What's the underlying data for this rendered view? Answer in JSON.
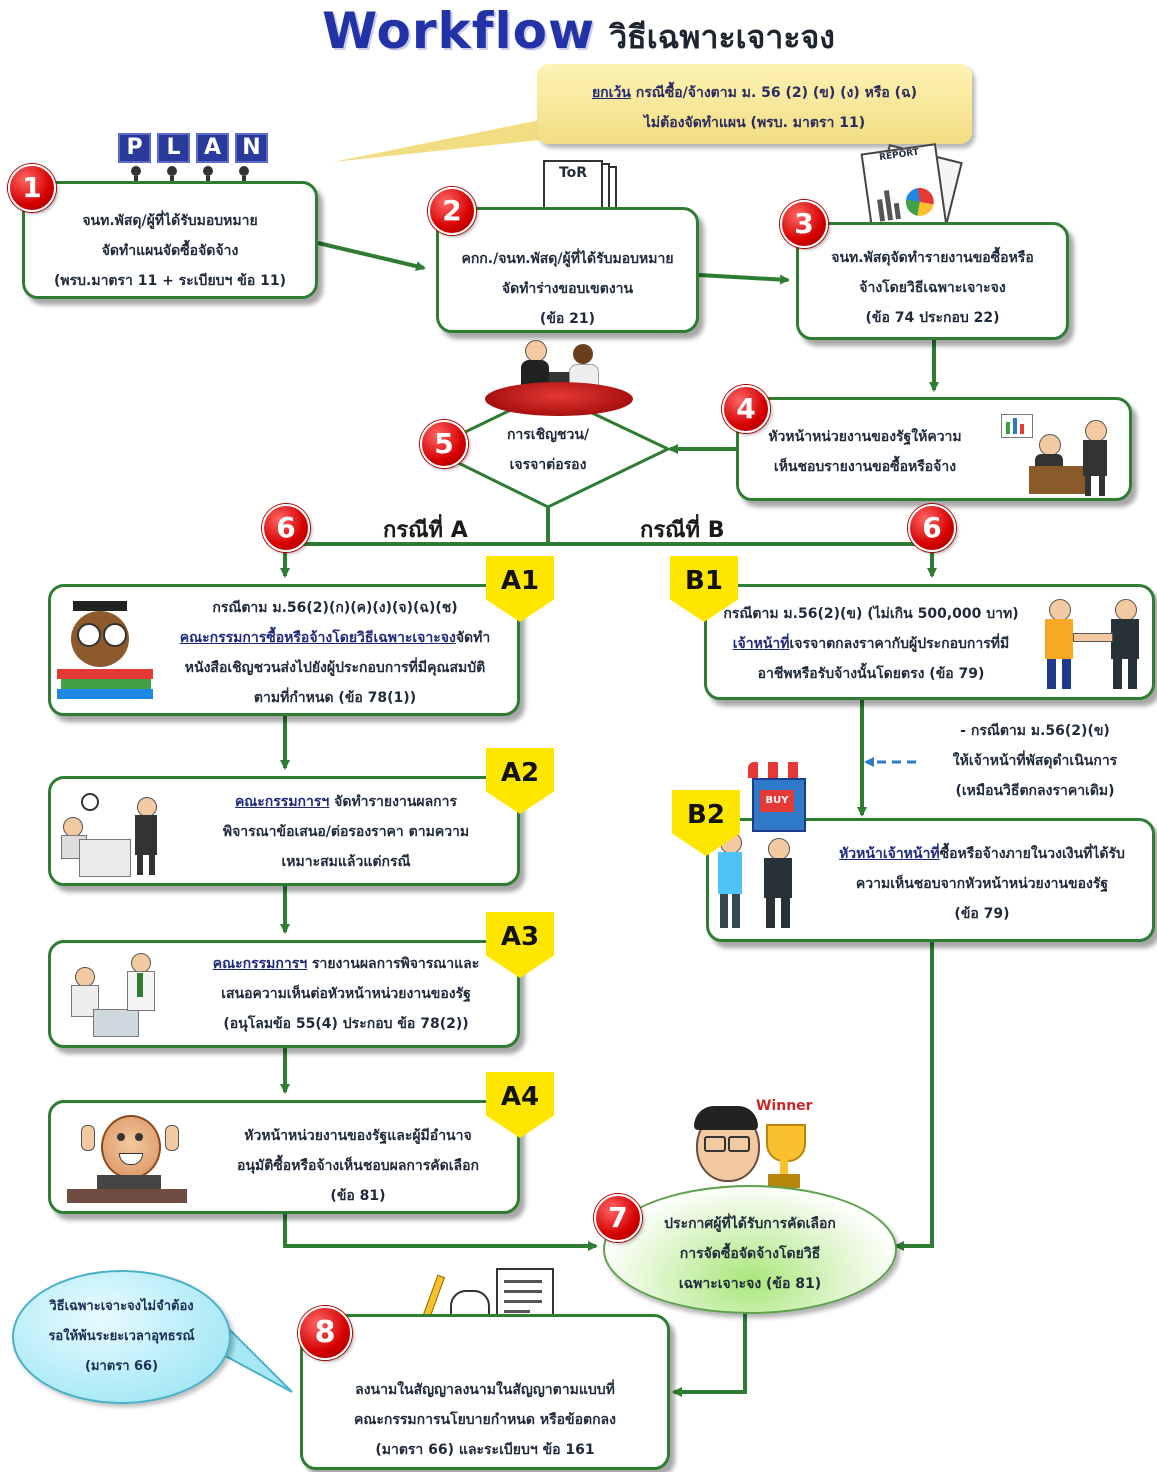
{
  "header": {
    "title_latin": "Workflow",
    "title_thai": "วิธีเฉพาะเจาะจง"
  },
  "callout": {
    "line1_underlined": "ยกเว้น",
    "line1_rest": "กรณีซื้อ/จ้างตาม ม. 56 (2) (ข) (ง) หรือ (ฉ)",
    "line2": "ไม่ต้องจัดทำแผน (พรบ. มาตรา 11)"
  },
  "steps": {
    "s1": {
      "number": "1",
      "lines": [
        "จนท.พัสดุ/ผู้ที่ได้รับมอบหมาย",
        "จัดทำแผนจัดซื้อจัดจ้าง",
        "(พรบ.มาตรา 11 + ระเบียบฯ ข้อ 11)"
      ]
    },
    "s2": {
      "number": "2",
      "lines": [
        "คกก./จนท.พัสดุ/ผู้ที่ได้รับมอบหมาย",
        "จัดทำร่างขอบเขตงาน",
        "(ข้อ 21)"
      ]
    },
    "s3": {
      "number": "3",
      "lines": [
        "จนท.พัสดุจัดทำรายงานขอซื้อหรือ",
        "จ้างโดยวิธีเฉพาะเจาะจง",
        "(ข้อ 74 ประกอบ 22)"
      ]
    },
    "s4": {
      "number": "4",
      "lines": [
        "หัวหน้าหน่วยงานของรัฐให้ความ",
        "เห็นชอบรายงานขอซื้อหรือจ้าง"
      ]
    },
    "s5": {
      "number": "5",
      "lines": [
        "การเชิญชวน/",
        "เจรจาต่อรอง"
      ]
    },
    "s6": {
      "number": "6"
    },
    "s7": {
      "number": "7",
      "lines": [
        "ประกาศผู้ที่ได้รับการคัดเลือก",
        "การจัดซื้อจัดจ้างโดยวิธี",
        "เฉพาะเจาะจง (ข้อ 81)"
      ]
    },
    "s8": {
      "number": "8",
      "lines": [
        "ลงนามในสัญญาลงนามในสัญญาตามแบบที่",
        "คณะกรรมการนโยบายกำหนด หรือข้อตกลง",
        "(มาตรา 66) และระเบียบฯ ข้อ 161"
      ]
    }
  },
  "cases": {
    "a_label": "กรณีที่ A",
    "b_label": "กรณีที่ B"
  },
  "a1": {
    "tag": "A1",
    "line1": "กรณีตาม ม.56(2)(ก)(ค)(ง)(จ)(ฉ)(ช)",
    "line2_underlined": "คณะกรรมการซื้อหรือจ้างโดยวิธีเฉพาะเจาะจง",
    "line2_rest": "จัดทำ",
    "line3": "หนังสือเชิญชวนส่งไปยังผู้ประกอบการที่มีคุณสมบัติ",
    "line4": "ตามที่กำหนด (ข้อ 78(1))"
  },
  "a2": {
    "tag": "A2",
    "line1_underlined": "คณะกรรมการฯ",
    "line1_rest": "จัดทำรายงานผลการ",
    "line2": "พิจารณาข้อเสนอ/ต่อรองราคา ตามความ",
    "line3": "เหมาะสมแล้วแต่กรณี"
  },
  "a3": {
    "tag": "A3",
    "line1_underlined": "คณะกรรมการฯ",
    "line1_rest": "รายงานผลการพิจารณาและ",
    "line2": "เสนอความเห็นต่อหัวหน้าหน่วยงานของรัฐ",
    "line3": "(อนุโลมข้อ 55(4) ประกอบ ข้อ 78(2))"
  },
  "a4": {
    "tag": "A4",
    "lines": [
      "หัวหน้าหน่วยงานของรัฐและผู้มีอำนาจ",
      "อนุมัติซื้อหรือจ้างเห็นชอบผลการคัดเลือก",
      "(ข้อ 81)"
    ]
  },
  "b1": {
    "tag": "B1",
    "line1": "กรณีตาม ม.56(2)(ข) (ไม่เกิน 500,000 บาท)",
    "line2_underlined": "เจ้าหน้าที่",
    "line2_rest": "เจรจาตกลงราคากับผู้ประกอบการที่มี",
    "line3": "อาชีพหรือรับจ้างนั้นโดยตรง (ข้อ 79)"
  },
  "b_note": {
    "lines": [
      "- กรณีตาม ม.56(2)(ข)",
      "ให้เจ้าหน้าที่พัสดุดำเนินการ",
      "(เหมือนวิธีตกลงราคาเดิม)"
    ]
  },
  "b2": {
    "tag": "B2",
    "line1_underlined": "หัวหน้าเจ้าหน้าที่",
    "line1_rest": "ซื้อหรือจ้างภายในวงเงินที่ได้รับ",
    "line2": "ความเห็นชอบจากหัวหน้าหน่วยงานของรัฐ",
    "line3": "(ข้อ 79)"
  },
  "note_cloud": {
    "lines": [
      "วิธีเฉพาะเจาะจงไม่จำต้อง",
      "รอให้พ้นระยะเวลาอุทธรณ์",
      "(มาตรา 66)"
    ]
  },
  "icons": {
    "plan_letters": [
      "P",
      "L",
      "A",
      "N"
    ],
    "tor_label": "ToR",
    "report_label": "REPORT",
    "buy_label": "BUY",
    "winner_label": "Winner"
  },
  "colors": {
    "box_border": "#2e7d32",
    "arrow": "#2e7d32",
    "badge": "#d50000",
    "tag": "#ffe600",
    "title": "#2233a8"
  }
}
